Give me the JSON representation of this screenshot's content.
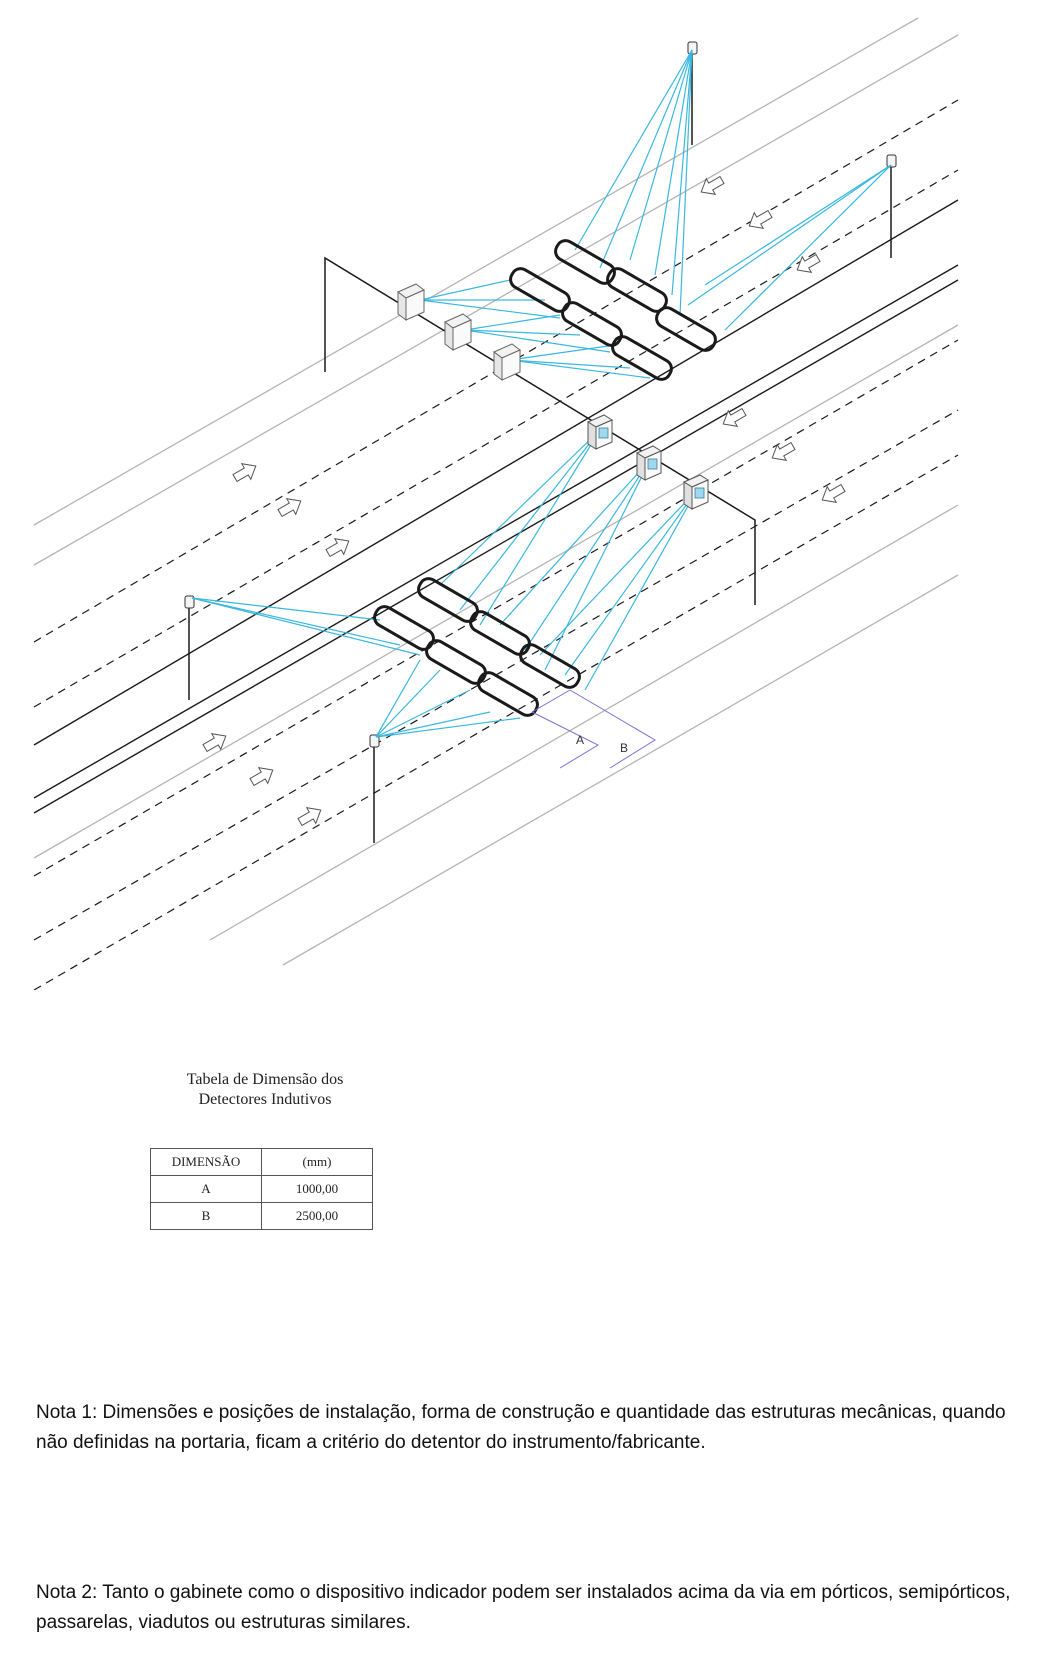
{
  "diagram": {
    "dimension_labels": {
      "a": "A",
      "b": "B"
    },
    "colors": {
      "line": "#1a1a1a",
      "road_edge": "#b5b5b5",
      "beam": "#3ab8e0",
      "dimension": "#7b6fd6"
    },
    "icons": [
      "direction-arrow-icon",
      "camera-pole-icon",
      "cabinet-icon"
    ]
  },
  "table": {
    "title_line1": "Tabela de Dimensão dos",
    "title_line2": "Detectores Indutivos",
    "headers": [
      "DIMENSÃO",
      "(mm)"
    ],
    "rows": [
      [
        "A",
        "1000,00"
      ],
      [
        "B",
        "2500,00"
      ]
    ]
  },
  "notes": {
    "nota1": "Nota 1: Dimensões e posições de instalação, forma de construção e quantidade das estruturas mecânicas, quando não definidas na portaria, ficam a critério do detentor do instrumento/fabricante.",
    "nota2": "Nota 2: Tanto o gabinete como o dispositivo indicador podem ser instalados acima da via em pórticos, semipórticos, passarelas, viadutos ou estruturas similares."
  }
}
